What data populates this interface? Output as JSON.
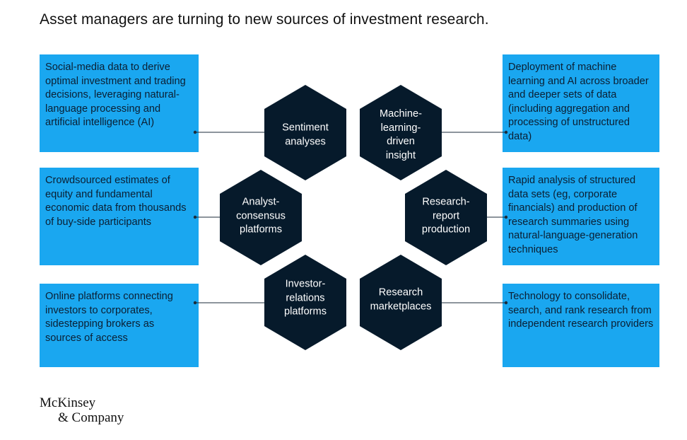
{
  "title": "Asset managers are turning to new sources of investment research.",
  "colors": {
    "box": "#1aa7f0",
    "hex": "#061a2b",
    "connector": "#1b2b3a"
  },
  "boxes": [
    {
      "text": "Social-media data to derive optimal investment and trading decisions, leveraging natural-language processing and artificial intelligence (AI)"
    },
    {
      "text": "Crowdsourced estimates of equity and fundamental economic data from thousands of buy-side participants"
    },
    {
      "text": "Online platforms connecting investors to corporates, sidestepping brokers as sources of access"
    },
    {
      "text": "Deployment of machine learning and AI across broader and deeper sets of data (including aggregation and processing of unstructured data)"
    },
    {
      "text": "Rapid analysis of structured data sets (eg, corporate financials) and production of research summaries using natural-language-generation techniques"
    },
    {
      "text": "Technology to consolidate, search, and rank research from independent research providers"
    }
  ],
  "hexes": [
    {
      "label": "Sentiment analyses"
    },
    {
      "label": "Machine-learning-driven insight"
    },
    {
      "label": "Analyst-consensus platforms"
    },
    {
      "label": "Research-report production"
    },
    {
      "label": "Investor-relations platforms"
    },
    {
      "label": "Research marketplaces"
    }
  ],
  "logo": {
    "line1": "McKinsey",
    "line2": "& Company"
  }
}
